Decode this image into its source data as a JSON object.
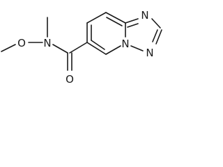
{
  "molecule": {
    "atoms": {
      "o_methoxy": "O",
      "n_amide": "N",
      "o_carbonyl": "O",
      "n_triazole_top": "N",
      "n_triazole_bottom": "N",
      "n_bridgehead": "N"
    }
  }
}
